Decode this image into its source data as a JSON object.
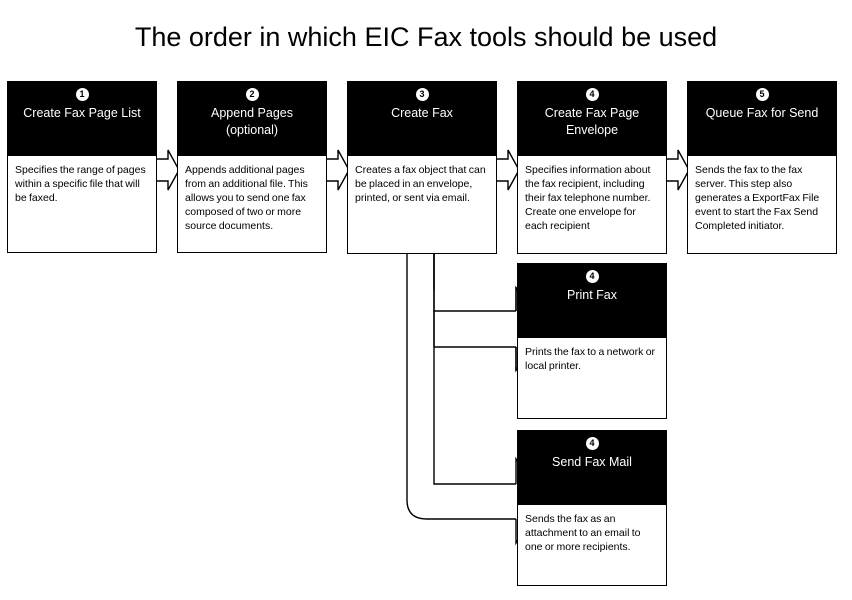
{
  "page": {
    "title": "The order in which EIC Fax tools should be used",
    "background_color": "#ffffff",
    "node_header_color": "#000000",
    "node_header_text_color": "#ffffff",
    "node_body_color": "#ffffff",
    "node_border_color": "#000000"
  },
  "chart_data": {
    "type": "diagram",
    "title": "The order in which EIC Fax tools should be used",
    "layout": "left-to-right flowchart with a 3-way branch after step 3",
    "nodes": [
      {
        "step": "1",
        "title": "Create Fax Page List",
        "description": "Specifies the range of pages within a specific file that will be faxed.",
        "row": "main"
      },
      {
        "step": "2",
        "title": "Append Pages (optional)",
        "description": "Appends additional pages from an additional file. This allows you to send one fax composed of two or more source documents.",
        "row": "main"
      },
      {
        "step": "3",
        "title": "Create Fax",
        "description": "Creates a fax object that can be placed in an envelope, printed, or sent via email.",
        "row": "main"
      },
      {
        "step": "4",
        "title": "Create Fax Page Envelope",
        "description": "Specifies information about the fax recipient, including their fax telephone number. Create one envelope for each recipient",
        "row": "main"
      },
      {
        "step": "5",
        "title": "Queue Fax for Send",
        "description": "Sends the fax to the fax server. This step also generates a ExportFax File event to start the Fax Send Completed initiator.",
        "row": "main"
      },
      {
        "step": "4",
        "title": "Print Fax",
        "description": "Prints the fax to a network or local printer.",
        "row": "branch"
      },
      {
        "step": "4",
        "title": "Send Fax Mail",
        "description": "Sends the fax as an attachment to an email to one or more recipients.",
        "row": "branch"
      }
    ],
    "edges": [
      {
        "from": "1",
        "to": "2",
        "style": "arrow"
      },
      {
        "from": "2",
        "to": "3",
        "style": "arrow"
      },
      {
        "from": "3",
        "to": "4 Create Fax Page Envelope",
        "style": "arrow"
      },
      {
        "from": "4 Create Fax Page Envelope",
        "to": "5",
        "style": "arrow"
      },
      {
        "from": "3",
        "to": "4 Print Fax",
        "style": "arrow"
      },
      {
        "from": "3",
        "to": "4 Send Fax Mail",
        "style": "arrow"
      }
    ]
  },
  "nodes": {
    "n1": {
      "step": "1",
      "title": "Create Fax Page List",
      "description": "Specifies the range of pages within a specific file that will be faxed."
    },
    "n2": {
      "step": "2",
      "title_line1": "Append Pages",
      "title_line2": "(optional)",
      "description": "Appends additional pages from an additional file. This allows you to send one fax composed of two or more source documents."
    },
    "n3": {
      "step": "3",
      "title": "Create Fax",
      "description": "Creates a fax object that can be placed in an envelope, printed, or sent via email."
    },
    "n4": {
      "step": "4",
      "title_line1": "Create Fax Page",
      "title_line2": "Envelope",
      "description": "Specifies information about the fax recipient, including their fax telephone number. Create one envelope for each recipient"
    },
    "n5": {
      "step": "5",
      "title": "Queue Fax for Send",
      "description": "Sends the fax to the fax server. This step also generates a ExportFax File event to start the Fax Send Completed initiator."
    },
    "n6": {
      "step": "4",
      "title": "Print Fax",
      "description": "Prints the fax to a network or local printer."
    },
    "n7": {
      "step": "4",
      "title": "Send Fax Mail",
      "description": "Sends the fax as an attachment to an email to one or more recipients."
    }
  }
}
